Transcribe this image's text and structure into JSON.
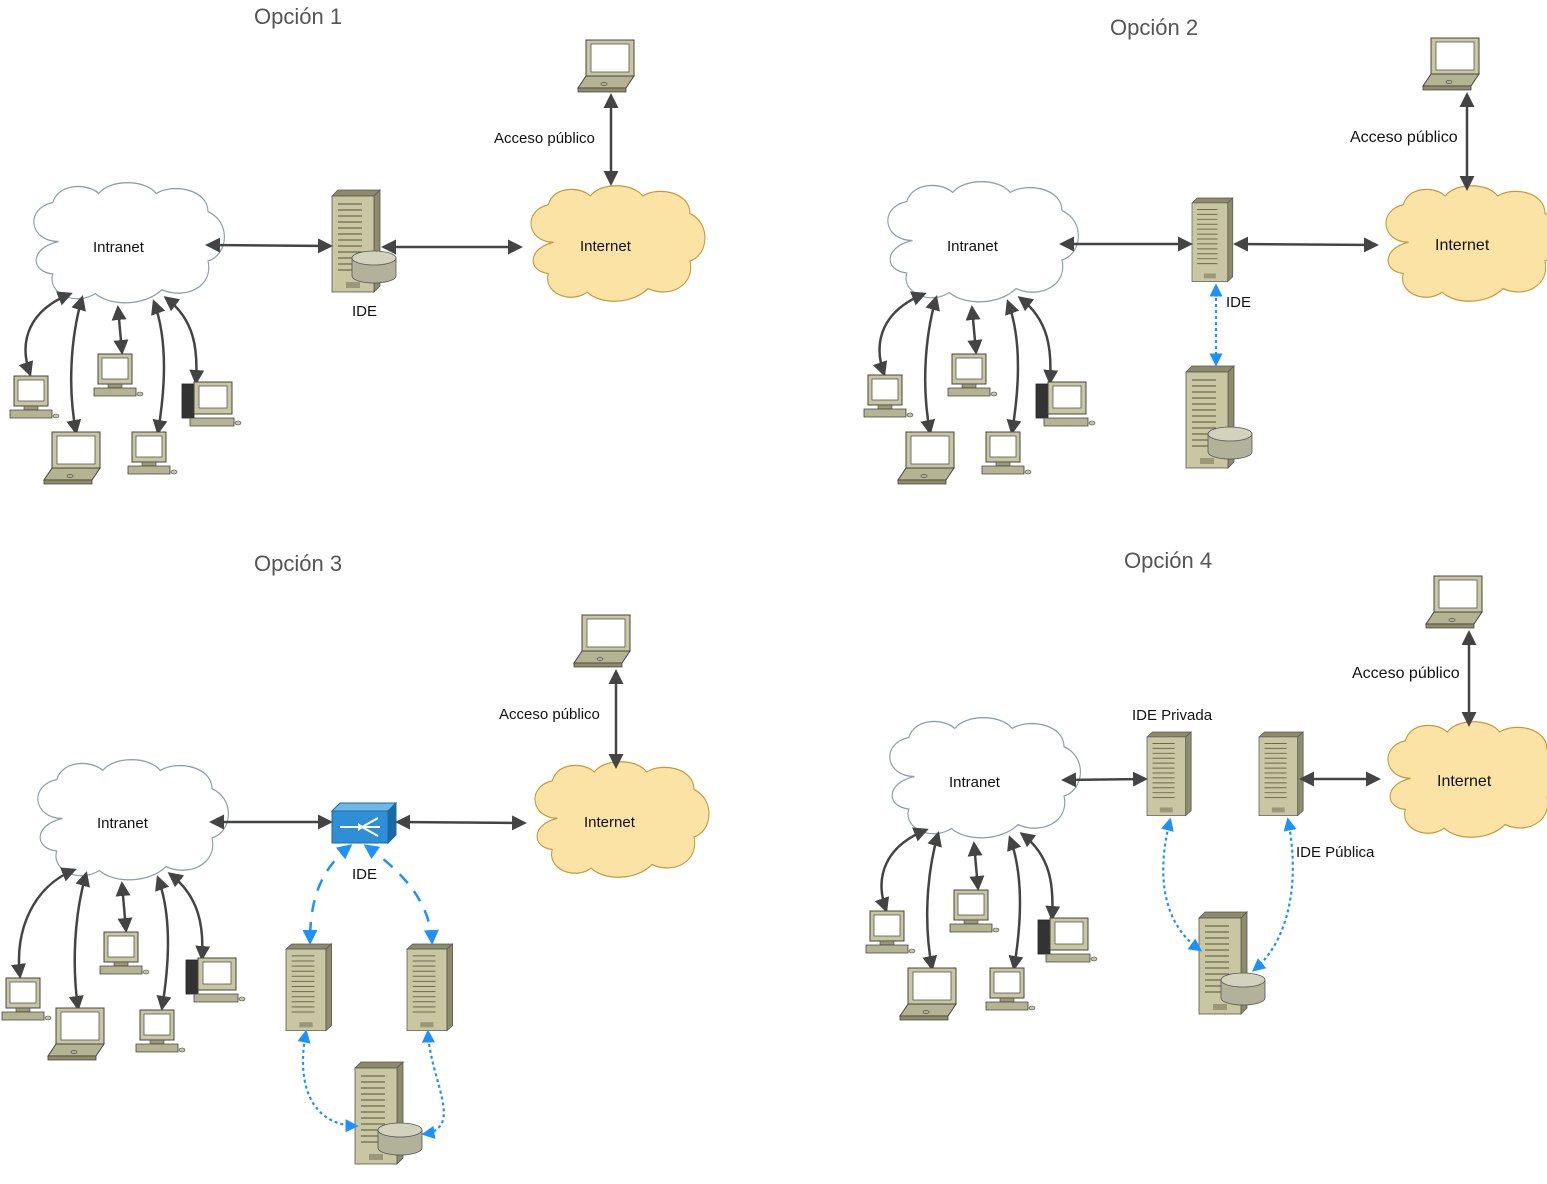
{
  "options": [
    {
      "title": "Opción 1",
      "intranet": "Intranet",
      "internet": "Internet",
      "ide": "IDE",
      "access": "Acceso público"
    },
    {
      "title": "Opción 2",
      "intranet": "Intranet",
      "internet": "Internet",
      "ide": "IDE",
      "access": "Acceso público"
    },
    {
      "title": "Opción 3",
      "intranet": "Intranet",
      "internet": "Internet",
      "ide": "IDE",
      "access": "Acceso público"
    },
    {
      "title": "Opción 4",
      "intranet": "Intranet",
      "internet": "Internet",
      "ide_private": "IDE Privada",
      "ide_public": "IDE Pública",
      "access": "Acceso público"
    }
  ],
  "colors": {
    "connector": "#444444",
    "replication": "#1e90ff",
    "internet_cloud": "#fbe3a6",
    "intranet_cloud": "#ffffff",
    "device": "#c8c7a2"
  }
}
